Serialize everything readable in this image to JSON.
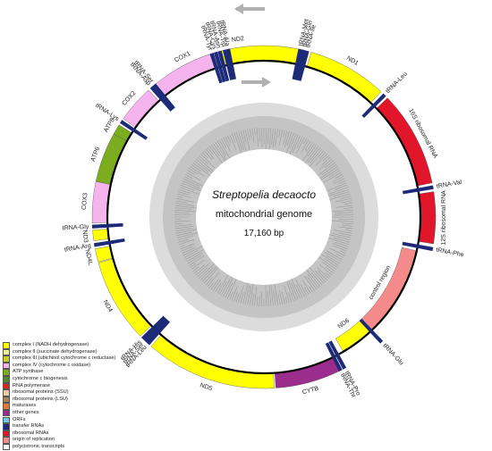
{
  "center": {
    "title": "Streptopelia decaocto",
    "subtitle": "mitochondrial genome",
    "size": "17,160 bp"
  },
  "legend": [
    {
      "label": "complex I (NADH dehydrogenase)",
      "color": "#ffff00"
    },
    {
      "label": "complex II (succinate dehydrogenase)",
      "color": "#f2ee93"
    },
    {
      "label": "complex III (ubichinol cytochrome c reductase)",
      "color": "#c8cc28"
    },
    {
      "label": "complex IV (cytochrome c oxidase)",
      "color": "#f6b4ee"
    },
    {
      "label": "ATP synthase",
      "color": "#7bad1e"
    },
    {
      "label": "cytochrome c biogenesis",
      "color": "#4f8a2c"
    },
    {
      "label": "RNA polymerase",
      "color": "#d7261f"
    },
    {
      "label": "ribosomal proteins (SSU)",
      "color": "#f2c9a0"
    },
    {
      "label": "ribosomal proteins (LSU)",
      "color": "#a88556"
    },
    {
      "label": "maturases",
      "color": "#e07b32"
    },
    {
      "label": "other genes",
      "color": "#9b2d8e"
    },
    {
      "label": "ORFs",
      "color": "#72c6e6"
    },
    {
      "label": "transfer RNAs",
      "color": "#1c2a78"
    },
    {
      "label": "ribosomal RNAs",
      "color": "#e2162a"
    },
    {
      "label": "origin of replication",
      "color": "#f58a8a"
    },
    {
      "label": "polycistronic transcripts",
      "color": "#ffffff"
    }
  ],
  "genes": [
    {
      "name": "ND2",
      "start": -29.9,
      "end": 13.3,
      "strand": "outer",
      "color": "#ffff00"
    },
    {
      "name": "ND1",
      "start": 16.0,
      "end": 43.0,
      "strand": "outer",
      "color": "#ffff00"
    },
    {
      "name": "16S ribosomal RNA",
      "start": 46.0,
      "end": 78.5,
      "strand": "outer",
      "color": "#e2162a"
    },
    {
      "name": "12S ribosomal RNA",
      "start": 81.5,
      "end": 99.0,
      "strand": "outer",
      "color": "#e2162a"
    },
    {
      "name": "control region",
      "start": 102.5,
      "end": 136.5,
      "strand": "inner",
      "color": "#f58a8a"
    },
    {
      "name": "ND6",
      "start": 137.0,
      "end": 149.5,
      "strand": "inner",
      "color": "#ffff00"
    },
    {
      "name": "CYTB",
      "start": 154.0,
      "end": 176.0,
      "strand": "outer",
      "color": "#9b2d8e"
    },
    {
      "name": "ND5",
      "start": 176.5,
      "end": 221.0,
      "strand": "outer",
      "color": "#ffff00"
    },
    {
      "name": "ND4",
      "start": 226.0,
      "end": 254.5,
      "strand": "outer",
      "color": "#ffff00"
    },
    {
      "name": "ND4L",
      "start": 254.8,
      "end": 259.3,
      "strand": "outer",
      "color": "#ffff00"
    },
    {
      "name": "ND3",
      "start": 262.0,
      "end": 265.6,
      "strand": "outer",
      "color": "#ffff00"
    },
    {
      "name": "COX3",
      "start": 268.0,
      "end": 282.0,
      "strand": "outer",
      "color": "#f6b4ee"
    },
    {
      "name": "ATP6",
      "start": 282.0,
      "end": 299.0,
      "strand": "outer",
      "color": "#7bad1e"
    },
    {
      "name": "ATP8",
      "start": 299.0,
      "end": 302.5,
      "strand": "outer",
      "color": "#7bad1e"
    },
    {
      "name": "COX2",
      "start": 305.0,
      "end": 317.8,
      "strand": "outer",
      "color": "#f6b4ee"
    },
    {
      "name": "COX1",
      "start": 320.5,
      "end": 345.7,
      "strand": "outer",
      "color": "#f6b4ee"
    }
  ],
  "trnas": [
    {
      "name": "tRNA-Trp",
      "angle": -13.2
    },
    {
      "name": "tRNA-Ala",
      "angle": -12.0
    },
    {
      "name": "tRNA-Asn",
      "angle": -14.9
    },
    {
      "name": "tRNA-Cys",
      "angle": -16.3
    },
    {
      "name": "tRNA-Tyr",
      "angle": -17.7
    },
    {
      "name": "tRNA-Met",
      "angle": 12.2
    },
    {
      "name": "tRNA-Ile",
      "angle": 14.6
    },
    {
      "name": "tRNA-Gln",
      "angle": 13.4
    },
    {
      "name": "tRNA-Leu",
      "angle": 44.6
    },
    {
      "name": "tRNA-Val",
      "angle": 80.0
    },
    {
      "name": "tRNA-Phe",
      "angle": 100.8
    },
    {
      "name": "tRNA-Glu",
      "angle": 136.8
    },
    {
      "name": "tRNA-Pro",
      "angle": 152.0
    },
    {
      "name": "tRNA-Thr",
      "angle": 153.5
    },
    {
      "name": "tRNA-Leu",
      "angle": 222.4
    },
    {
      "name": "tRNA-Ser",
      "angle": 223.6
    },
    {
      "name": "tRNA-His",
      "angle": 224.8
    },
    {
      "name": "tRNA-Arg",
      "angle": 260.6
    },
    {
      "name": "tRNA-Gly",
      "angle": 266.8
    },
    {
      "name": "tRNA-Lys",
      "angle": 303.8
    },
    {
      "name": "tRNA-Asp",
      "angle": 319.2
    },
    {
      "name": "tRNA-Ser",
      "angle": 320.4
    }
  ]
}
